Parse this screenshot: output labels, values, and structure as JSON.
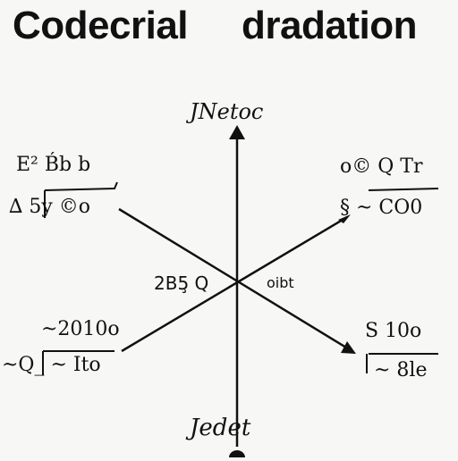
{
  "title": {
    "word1": "Codecrial",
    "word2": "dradation"
  },
  "labels": {
    "top": "JNetoc",
    "bottom": "Jedet",
    "center_left": "2B5̧ Q",
    "center_right": "oibt",
    "upper_left_1": "E² B́b b",
    "upper_left_2": "∆ 5y ©o",
    "upper_right_1": "o© Q Tr",
    "upper_right_2": "§ ~ CO0",
    "lower_left_1": "~2010o",
    "lower_left_2": "~Q_ ~ Ito",
    "lower_right_1": "S 10o",
    "lower_right_2": "~ 8le"
  },
  "colors": {
    "ink": "#111111",
    "paper": "#f7f7f5"
  }
}
